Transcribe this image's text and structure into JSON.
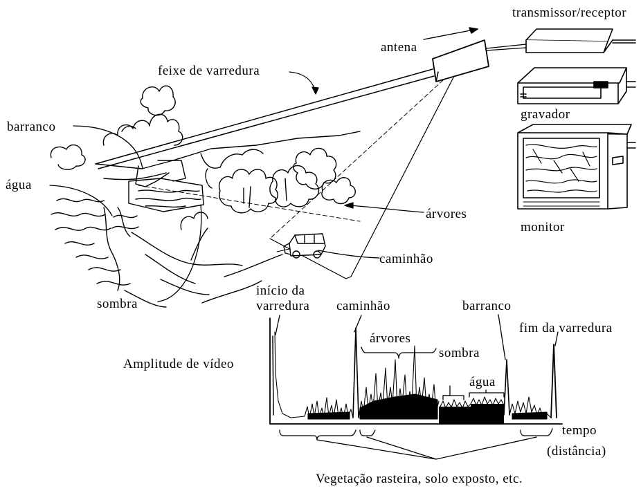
{
  "scene_labels": {
    "transmitter": "transmissor/receptor",
    "antenna": "antena",
    "scan_beam": "feixe de varredura",
    "recorder": "gravador",
    "bank": "barranco",
    "water": "água",
    "trees": "árvores",
    "monitor": "monitor",
    "truck": "caminhão",
    "shadow": "sombra"
  },
  "signal_labels": {
    "scan_start_line1": "início da",
    "scan_start_line2": "varredura",
    "truck": "caminhão",
    "bank": "barranco",
    "scan_end": "fim da varredura",
    "trees": "árvores",
    "shadow": "sombra",
    "water": "água",
    "y_axis": "Amplitude de vídeo",
    "x_axis_line1": "tempo",
    "x_axis_line2": "(distância)",
    "bottom_note": "Vegetação rasteira, solo exposto, etc."
  }
}
